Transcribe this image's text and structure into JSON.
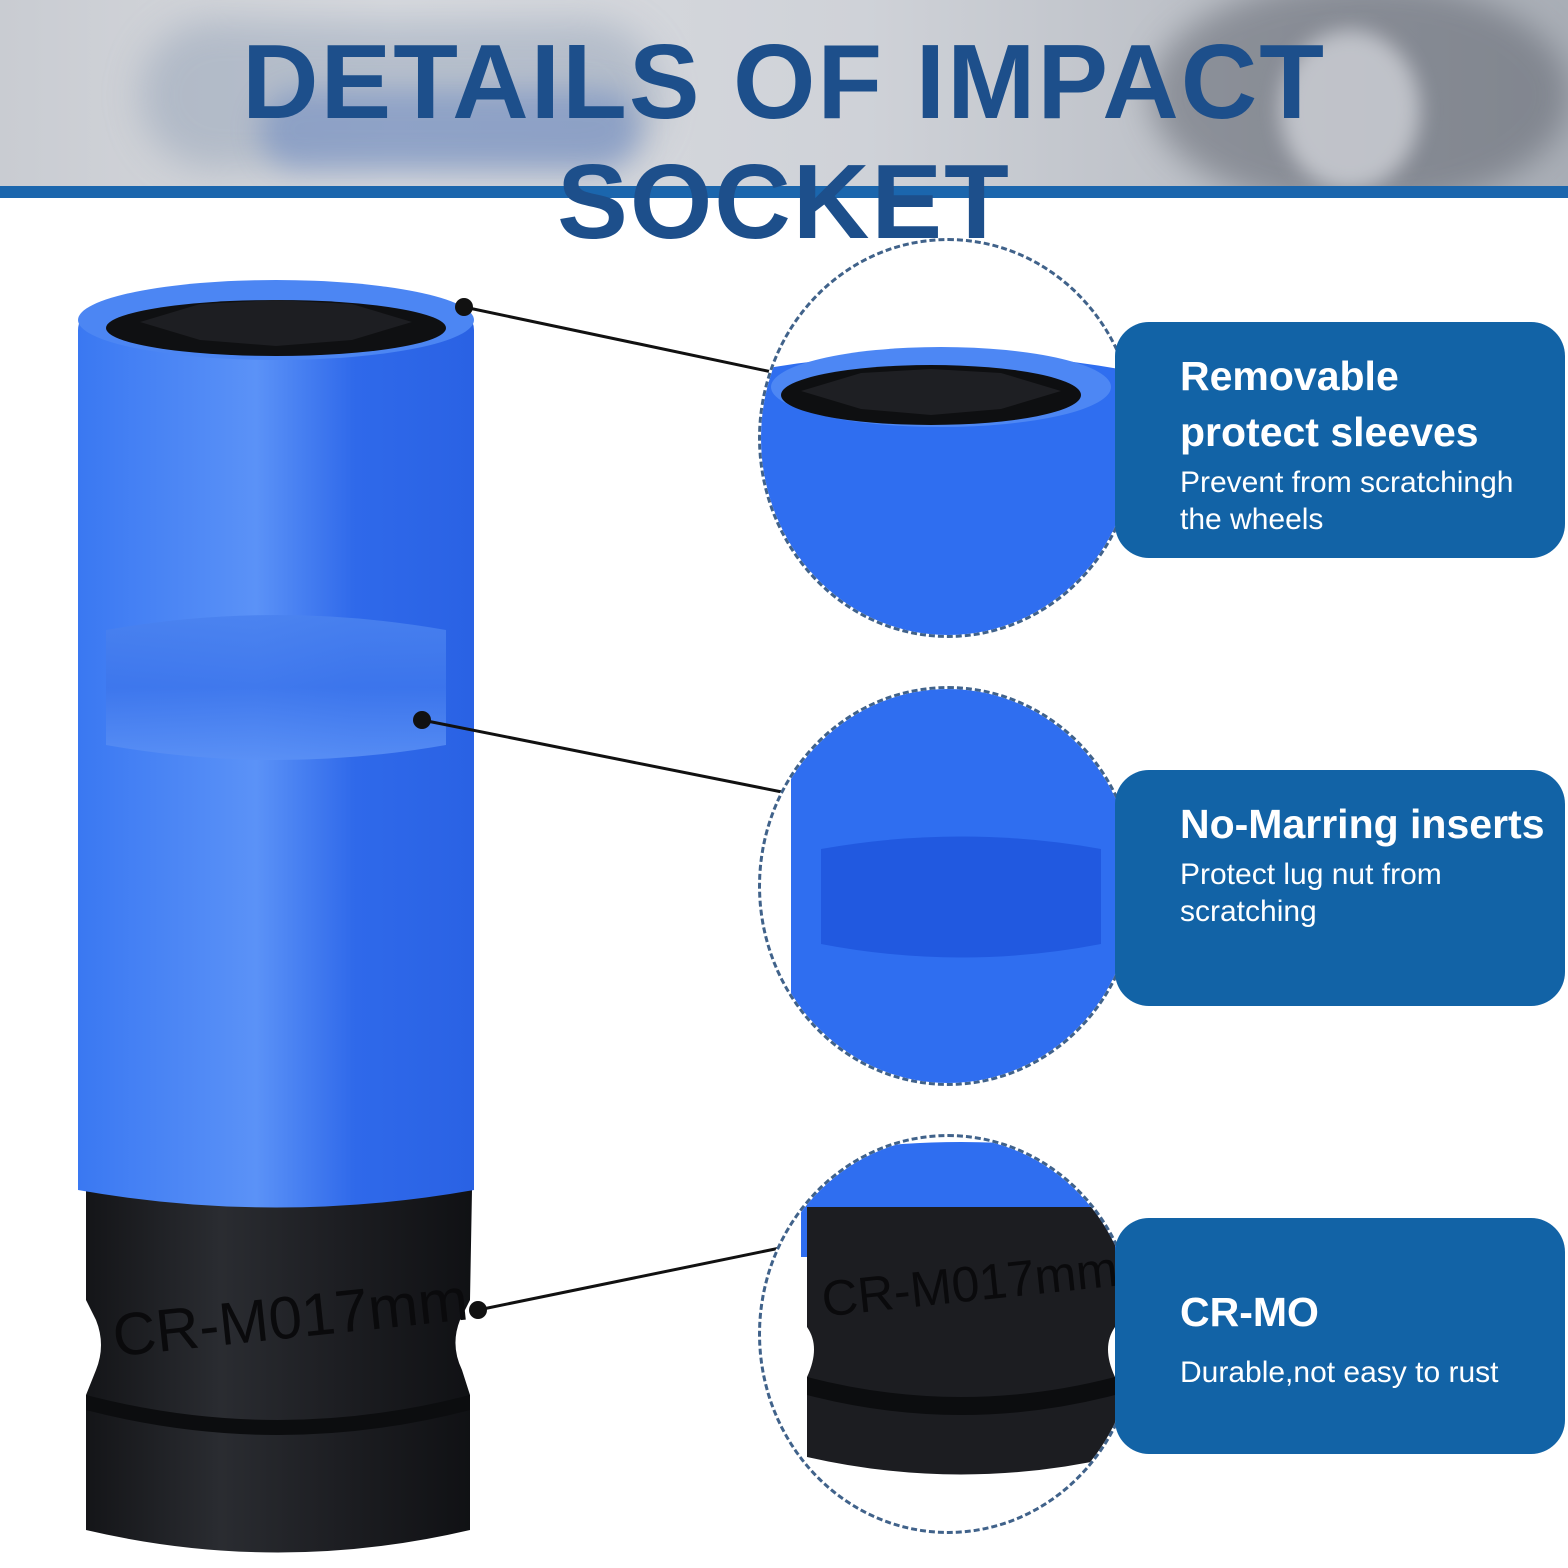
{
  "header": {
    "title": "DETAILS OF IMPACT SOCKET"
  },
  "product": {
    "engraving": "CR-M017mm"
  },
  "features": [
    {
      "title": "Removable protect sleeves",
      "description": "Prevent from scratchingh the wheels"
    },
    {
      "title": "No-Marring inserts",
      "description": "Protect lug nut from scratching"
    },
    {
      "title": "CR-MO",
      "description": "Durable,not easy to rust"
    }
  ],
  "colors": {
    "title": "#1d4f8b",
    "accent_bar": "#1b66ad",
    "card": "#1263a6",
    "sleeve": "#2f6ef0",
    "steel": "#1a1b1e"
  }
}
